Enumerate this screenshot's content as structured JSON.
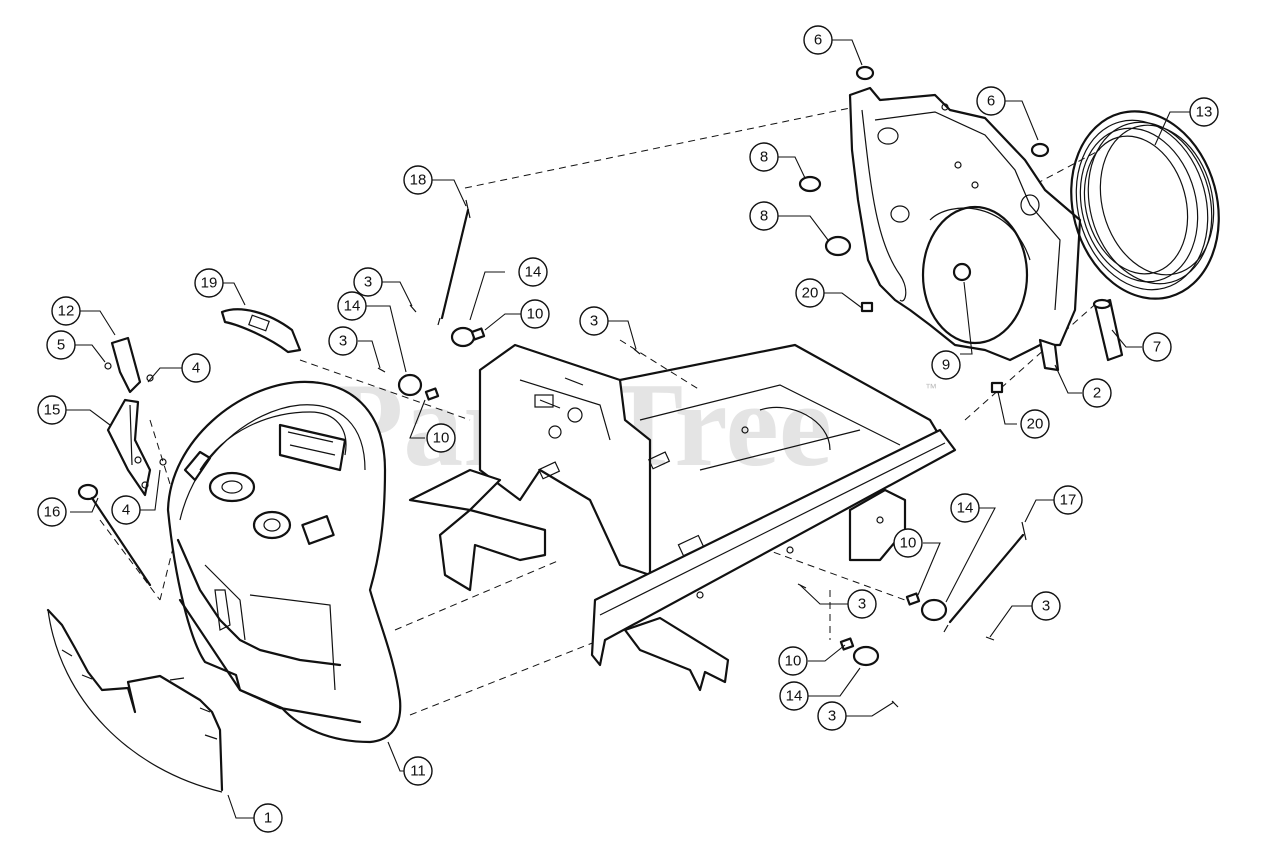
{
  "watermark": {
    "text": "PartsTree",
    "mark": "™"
  },
  "callouts": [
    {
      "id": "c1",
      "label": "1"
    },
    {
      "id": "c2",
      "label": "2"
    },
    {
      "id": "c3a",
      "label": "3"
    },
    {
      "id": "c3b",
      "label": "3"
    },
    {
      "id": "c3c",
      "label": "3"
    },
    {
      "id": "c3d",
      "label": "3"
    },
    {
      "id": "c3e",
      "label": "3"
    },
    {
      "id": "c3f",
      "label": "3"
    },
    {
      "id": "c4a",
      "label": "4"
    },
    {
      "id": "c4b",
      "label": "4"
    },
    {
      "id": "c5",
      "label": "5"
    },
    {
      "id": "c6a",
      "label": "6"
    },
    {
      "id": "c6b",
      "label": "6"
    },
    {
      "id": "c7",
      "label": "7"
    },
    {
      "id": "c8a",
      "label": "8"
    },
    {
      "id": "c8b",
      "label": "8"
    },
    {
      "id": "c9",
      "label": "9"
    },
    {
      "id": "c10a",
      "label": "10"
    },
    {
      "id": "c10b",
      "label": "10"
    },
    {
      "id": "c10c",
      "label": "10"
    },
    {
      "id": "c10d",
      "label": "10"
    },
    {
      "id": "c11",
      "label": "11"
    },
    {
      "id": "c12",
      "label": "12"
    },
    {
      "id": "c13",
      "label": "13"
    },
    {
      "id": "c14a",
      "label": "14"
    },
    {
      "id": "c14b",
      "label": "14"
    },
    {
      "id": "c14c",
      "label": "14"
    },
    {
      "id": "c14d",
      "label": "14"
    },
    {
      "id": "c15",
      "label": "15"
    },
    {
      "id": "c16",
      "label": "16"
    },
    {
      "id": "c17",
      "label": "17"
    },
    {
      "id": "c18",
      "label": "18"
    },
    {
      "id": "c19",
      "label": "19"
    },
    {
      "id": "c20a",
      "label": "20"
    },
    {
      "id": "c20b",
      "label": "20"
    }
  ]
}
